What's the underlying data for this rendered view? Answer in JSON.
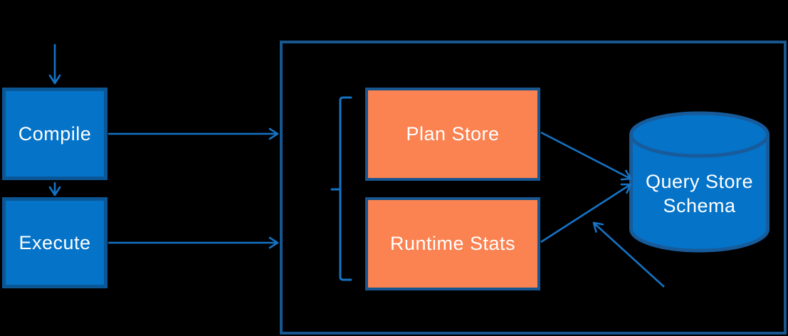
{
  "colors": {
    "background": "#000000",
    "node_fill": "#0473C8",
    "node_border": "#0B5796",
    "orange_fill": "#FB8251",
    "orange_border": "#17568F",
    "container_border": "#17568F",
    "cylinder_fill": "#0473C8",
    "cylinder_border": "#175B9B",
    "arrow": "#1573C5",
    "text": "#FFFFFF"
  },
  "nodes": {
    "compile": {
      "label": "Compile"
    },
    "execute": {
      "label": "Execute"
    },
    "plan_store": {
      "label": "Plan Store"
    },
    "runtime_stats": {
      "label": "Runtime Stats"
    },
    "query_store_schema": {
      "label_line1": "Query Store",
      "label_line2": "Schema"
    }
  }
}
